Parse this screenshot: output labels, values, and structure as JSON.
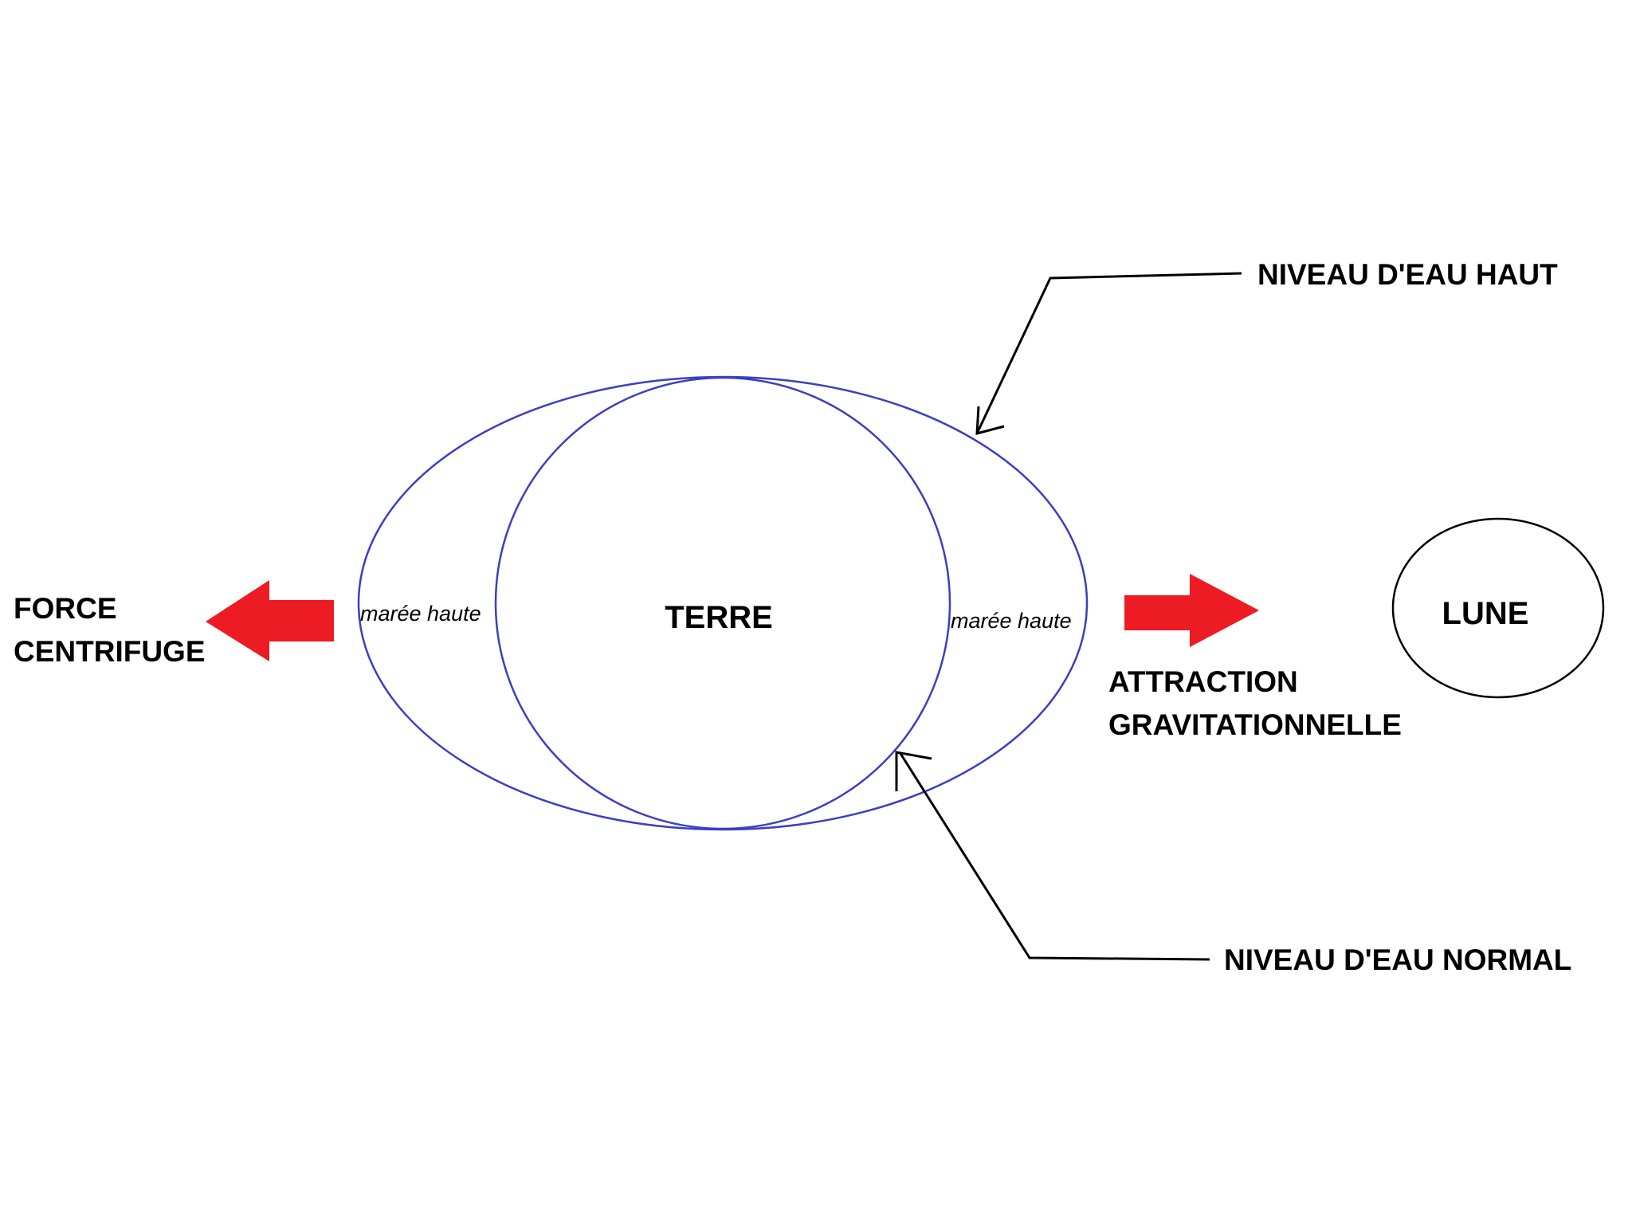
{
  "labels": {
    "earth": "TERRE",
    "moon": "LUNE",
    "high_tide_left": "marée haute",
    "high_tide_right": "marée haute",
    "centrifugal_line1": "FORCE",
    "centrifugal_line2": "CENTRIFUGE",
    "gravity_line1": "ATTRACTION",
    "gravity_line2": "GRAVITATIONNELLE",
    "high_water_level": "NIVEAU D'EAU HAUT",
    "normal_water_level": "NIVEAU D'EAU NORMAL"
  },
  "colors": {
    "outline_blue": "#3a3fc4",
    "arrow_red": "#ed1c24",
    "line_black": "#000000",
    "background": "#ffffff"
  }
}
